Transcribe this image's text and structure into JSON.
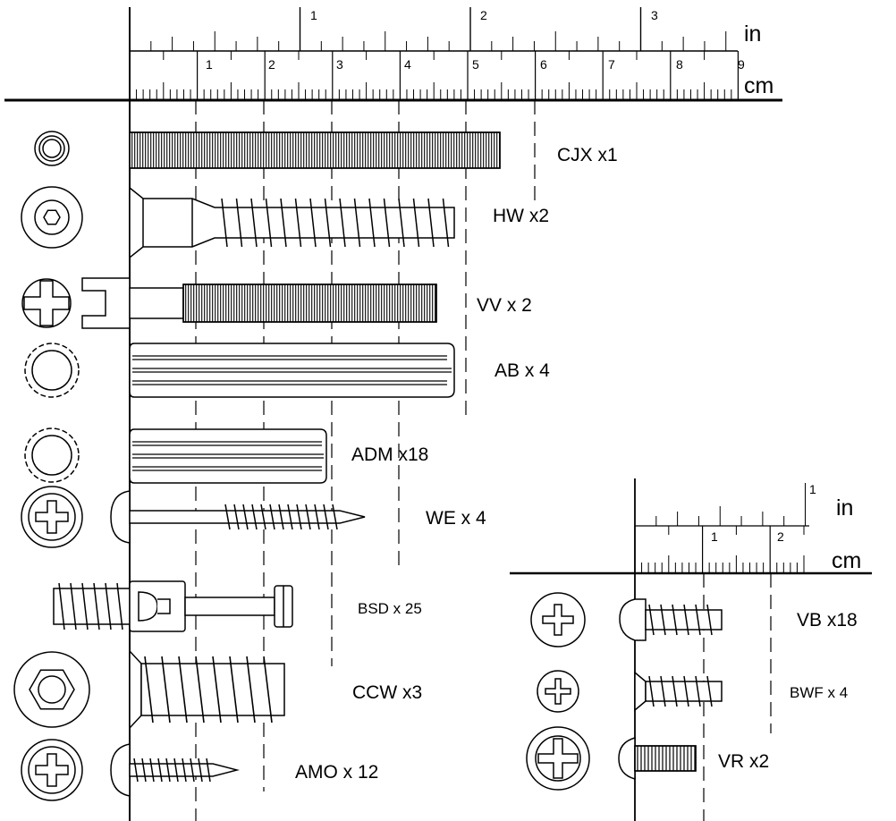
{
  "main_ruler": {
    "inch_labels": [
      "1",
      "2",
      "3"
    ],
    "unit_in": "in",
    "cm_labels": [
      "1",
      "2",
      "3",
      "4",
      "5",
      "6",
      "7",
      "8",
      "9"
    ],
    "unit_cm": "cm"
  },
  "small_ruler": {
    "inch_labels": [
      "1"
    ],
    "unit_in": "in",
    "cm_labels": [
      "1",
      "2"
    ],
    "unit_cm": "cm"
  },
  "parts": [
    {
      "code": "CJX x1",
      "head_icon": "round-washer-icon"
    },
    {
      "code": "HW x2",
      "head_icon": "hex-socket-head-icon"
    },
    {
      "code": "VV x 2",
      "head_icon": "cross-slot-head-icon"
    },
    {
      "code": "AB x  4",
      "head_icon": "fluted-dowel-end-icon"
    },
    {
      "code": "ADM x18",
      "head_icon": "fluted-dowel-end-icon"
    },
    {
      "code": "WE x 4",
      "head_icon": "pozidriv-head-icon"
    },
    {
      "code": "BSD x  25",
      "head_icon": "none"
    },
    {
      "code": "CCW x3",
      "head_icon": "hex-socket-head-icon"
    },
    {
      "code": "AMO x 12",
      "head_icon": "pozidriv-head-icon"
    }
  ],
  "small_parts": [
    {
      "code": "VB x18",
      "head_icon": "pozidriv-head-icon"
    },
    {
      "code": "BWF x 4",
      "head_icon": "pozidriv-head-icon"
    },
    {
      "code": "VR x2",
      "head_icon": "phillips-head-icon"
    }
  ]
}
